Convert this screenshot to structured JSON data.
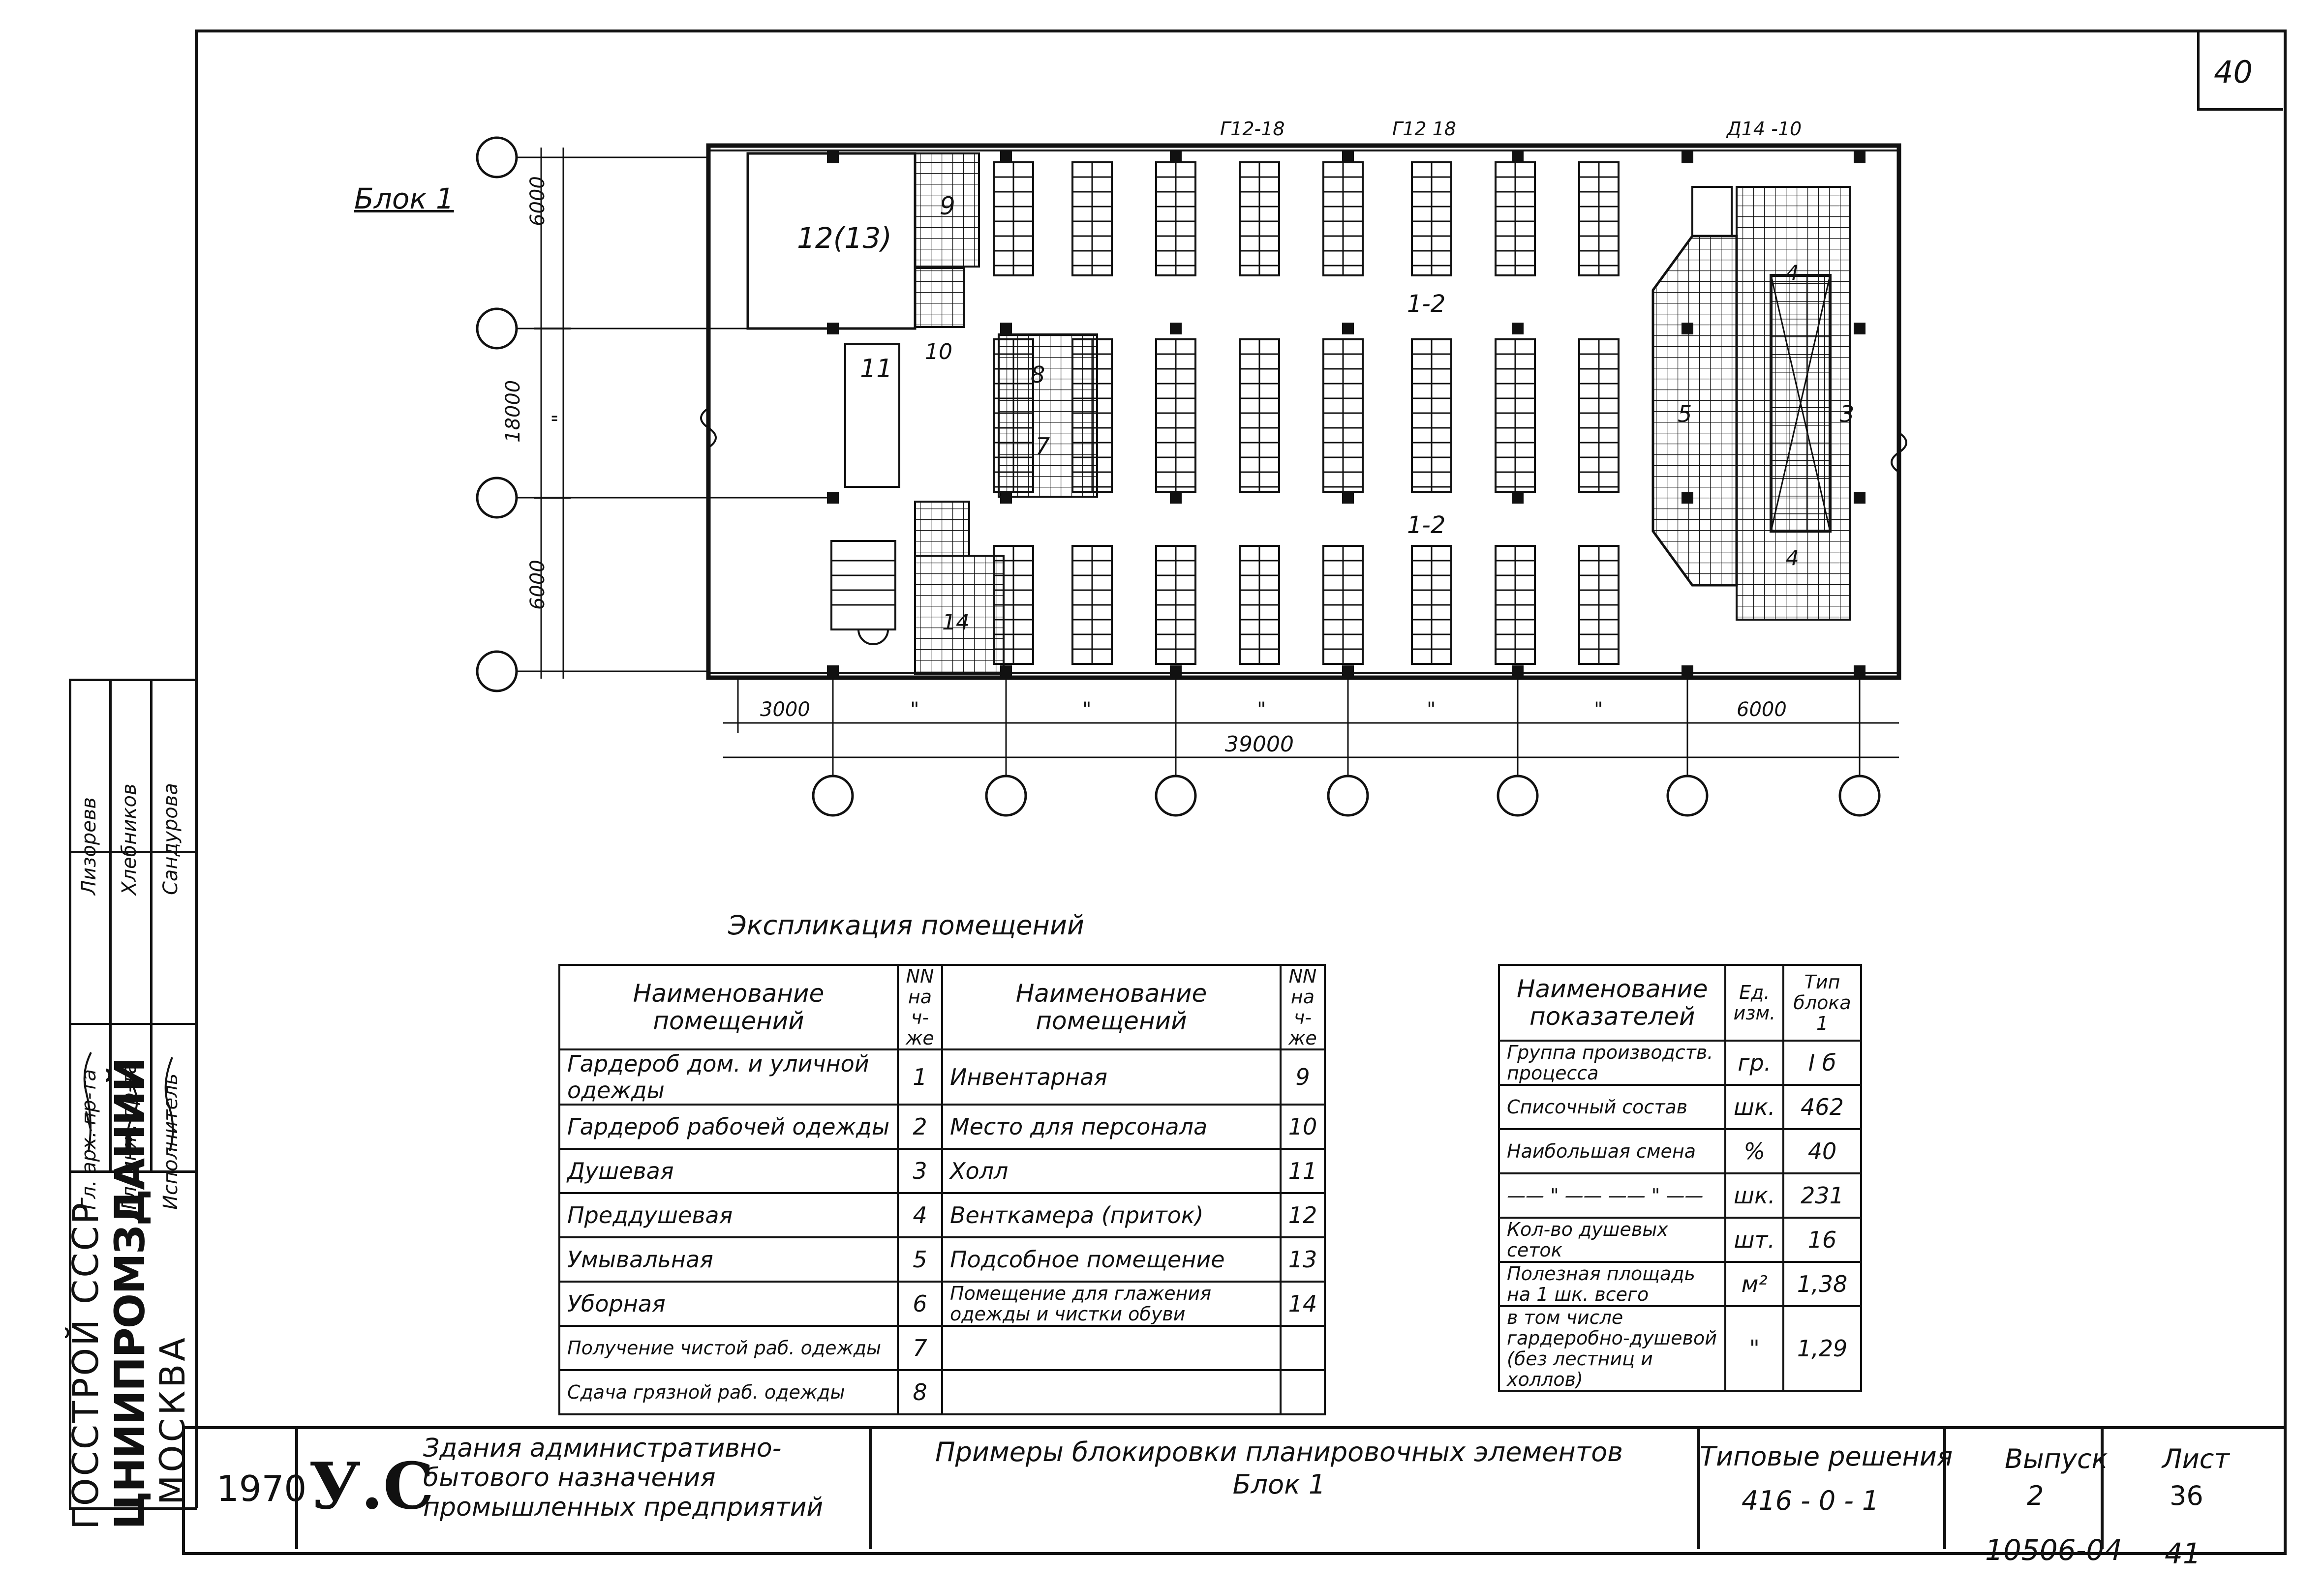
{
  "page": {
    "sheet_number": "40",
    "block_label": "Блок 1",
    "archive_number": "10506-04",
    "archive_page": "41"
  },
  "plan": {
    "top_marks": [
      "Г12-18",
      "Г12 18",
      "Д14 -10"
    ],
    "rooms": [
      "12(13)",
      "9",
      "10",
      "11",
      "8",
      "7",
      "14",
      "1-2",
      "1-2",
      "5",
      "3",
      "4",
      "4"
    ],
    "dims_vertical": [
      "6000",
      "18000",
      "\"",
      "6000"
    ],
    "dims_horizontal": [
      "3000",
      "\"",
      "\"",
      "\"",
      "\"",
      "\"",
      "6000"
    ],
    "total_length": "39000"
  },
  "explication": {
    "title": "Экспликация помещений",
    "header_name": "Наименование помещений",
    "header_num": "NN на ч-же",
    "rows": [
      {
        "name": "Гардероб дом. и уличной одежды",
        "num": "1",
        "name2": "Инвентарная",
        "num2": "9"
      },
      {
        "name": "Гардероб рабочей одежды",
        "num": "2",
        "name2": "Место для персонала",
        "num2": "10"
      },
      {
        "name": "Душевая",
        "num": "3",
        "name2": "Холл",
        "num2": "11"
      },
      {
        "name": "Преддушевая",
        "num": "4",
        "name2": "Венткамера (приток)",
        "num2": "12"
      },
      {
        "name": "Умывальная",
        "num": "5",
        "name2": "Подсобное помещение",
        "num2": "13"
      },
      {
        "name": "Уборная",
        "num": "6",
        "name2": "Помещение для глажения одежды и чистки обуви",
        "num2": "14"
      },
      {
        "name": "Получение чистой раб. одежды",
        "num": "7",
        "name2": "",
        "num2": ""
      },
      {
        "name": "Сдача грязной раб. одежды",
        "num": "8",
        "name2": "",
        "num2": ""
      }
    ]
  },
  "indicators": {
    "header_name": "Наименование показателей",
    "header_unit": "Ед. изм.",
    "header_value": "Тип блока 1",
    "rows": [
      {
        "name": "Группа производств. процесса",
        "unit": "гр.",
        "value": "I б"
      },
      {
        "name": "Списочный состав",
        "unit": "шк.",
        "value": "462"
      },
      {
        "name": "Наибольшая смена",
        "unit": "%",
        "value": "40"
      },
      {
        "name": "—— \" —— —— \" ——",
        "unit": "шк.",
        "value": "231"
      },
      {
        "name": "Кол-во душевых сеток",
        "unit": "шт.",
        "value": "16"
      },
      {
        "name": "Полезная площадь на 1 шк. всего",
        "unit": "м²",
        "value": "1,38"
      },
      {
        "name": "в том числе гардеробно-душевой (без лестниц и холлов)",
        "unit": "\"",
        "value": "1,29"
      }
    ]
  },
  "side_stamp": {
    "org_line1": "ГОССТРОЙ СССР",
    "org_line2": "ЦНИИПРОМЗДАНИЙ",
    "org_line3": "МОСКВА",
    "positions": [
      "Гл. арх. пр-та",
      "Гл. инж. пр-та",
      "Исполнитель"
    ],
    "names": [
      "Лизоревв",
      "Хлебников",
      "Сандурова"
    ]
  },
  "title_block": {
    "year": "1970",
    "series_logo": "У.С",
    "building_type": "Здания административно-бытового назначения промышленных предприятий",
    "sheet_title": "Примеры блокировки планировочных элементов Блок 1",
    "solution_label": "Типовые решения",
    "solution_number": "416 - 0 - 1",
    "issue_label": "Выпуск",
    "issue_number": "2",
    "sheet_label": "Лист",
    "sheet_number": "36"
  }
}
